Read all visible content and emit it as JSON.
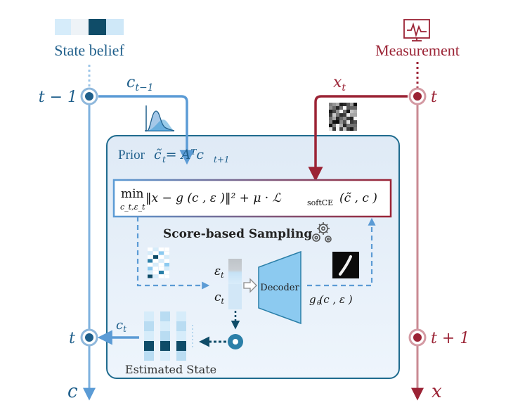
{
  "colors": {
    "state_blue": "#5b9bd5",
    "state_blue_dark": "#1f5f8b",
    "measure_red": "#9b2335",
    "panel_fill": "#eaf2fb",
    "panel_stroke": "#1f6b8e",
    "dark_teal": "#0f4c68",
    "mid_teal": "#2b7fa8",
    "light_teal": "#b9dcf2"
  },
  "left_column": {
    "title": "State belief",
    "bottom_label": "c",
    "t_minus_label": "t − 1",
    "t_label": "t"
  },
  "right_column": {
    "title": "Measurement",
    "bottom_label": "x",
    "t_label": "t",
    "t_plus_label": "t + 1"
  },
  "arrows": {
    "c_prev_label": "c",
    "c_prev_sub": "t−1",
    "x_label": "x",
    "x_sub": "t",
    "ct_label": "c",
    "ct_sub": "t"
  },
  "panel": {
    "prior_word": "Prior",
    "prior_formula": "c̃ = Aᵀc",
    "prior_sub_left": "t",
    "prior_sub_right": "t+1",
    "objective_min": "min",
    "objective_min_sub": "c_t,ε_t",
    "objective_body": "‖x  − g (c , ε )‖² + μ · ℒ",
    "objective_loss_sub": "softCE",
    "objective_loss_args": "(c̃ , c )",
    "sampling_label": "Score-based Sampling",
    "eps_label": "ε",
    "eps_sub": "t",
    "c_label": "c",
    "c_sub": "t",
    "decoder_label": "Decoder",
    "g_output_label": "g (c , ε )",
    "estimated_state_label": "Estimated State"
  },
  "icons": {
    "measurement_icon": "waveform-monitor-icon",
    "gear_icon": "gears-icon",
    "distribution_icon": "distribution-curve-icon"
  }
}
